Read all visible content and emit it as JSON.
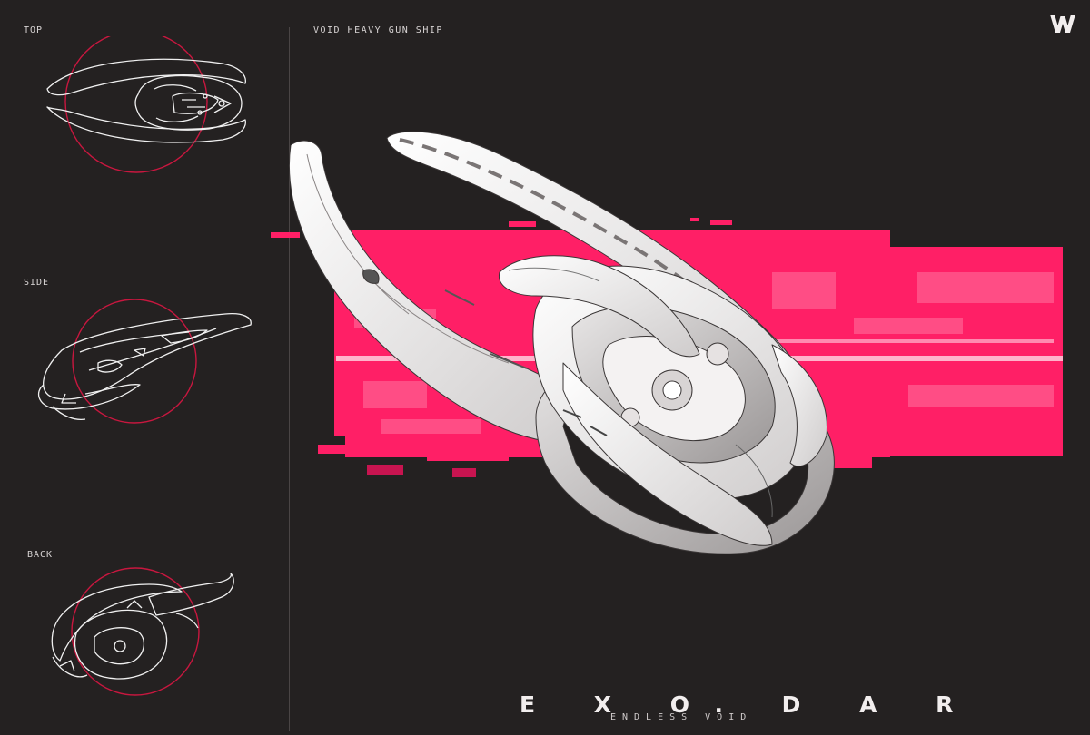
{
  "views": [
    {
      "id": "top",
      "label": "TOP"
    },
    {
      "id": "side",
      "label": "SIDE"
    },
    {
      "id": "back",
      "label": "BACK"
    }
  ],
  "ship_title": "VOID HEAVY GUN SHIP",
  "wordmark": "E X O. D A R",
  "tagline": "ENDLESS VOID",
  "brand_logo_icon": "w-logo-icon",
  "colors": {
    "background": "#242121",
    "accent_pink": "#ff1f66",
    "accent_pink_light": "#ff5c8f",
    "ring_red": "#c8173f",
    "line_white": "#f0f0f0",
    "divider": "#4a4545"
  }
}
